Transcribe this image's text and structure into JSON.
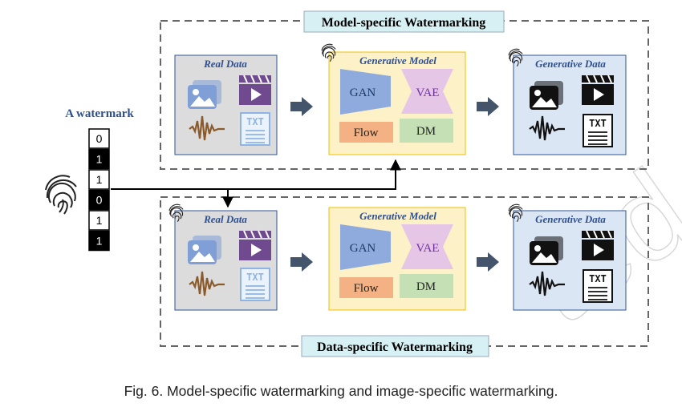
{
  "top_title": "Model-specific Watermarking",
  "bottom_title": "Data-specific Watermarking",
  "watermark_label": "A watermark",
  "bits": [
    "0",
    "1",
    "1",
    "0",
    "1",
    "1"
  ],
  "bit_colors": [
    "#ffffff",
    "#000000",
    "#ffffff",
    "#000000",
    "#ffffff",
    "#000000"
  ],
  "panels": {
    "real_data": "Real Data",
    "generative_model": "Generative Model",
    "generative_data": "Generative Data"
  },
  "models": {
    "gan": "GAN",
    "vae": "VAE",
    "flow": "Flow",
    "dm": "DM"
  },
  "txt_icon_text": "TXT",
  "caption": "Fig. 6.  Model-specific watermarking and image-specific watermarking.",
  "watermark_text": "ted",
  "colors": {
    "real_bg": "#dcdcdc",
    "model_bg": "#fdf1c8",
    "gen_bg": "#dbe6f4",
    "title_bg": "#d7f0f4",
    "gan": "#8faadc",
    "vae": "#e6c6e6",
    "flow": "#f4b183",
    "dm": "#c5e0b4",
    "arrow": "#44546a"
  }
}
